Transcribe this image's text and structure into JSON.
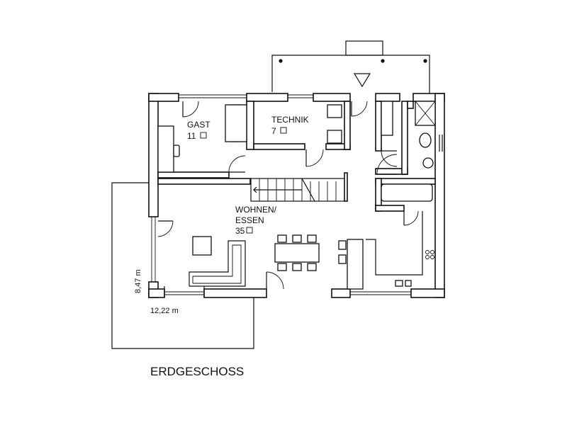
{
  "drawing": {
    "title": "ERDGESCHOSS",
    "dimension_width": "12,22 m",
    "dimension_depth": "8,47 m"
  },
  "rooms": [
    {
      "name": "GAST",
      "area": "11"
    },
    {
      "name": "TECHNIK",
      "area": "7"
    },
    {
      "name": "WOHNEN/",
      "name2": "ESSEN",
      "area": "35"
    }
  ]
}
